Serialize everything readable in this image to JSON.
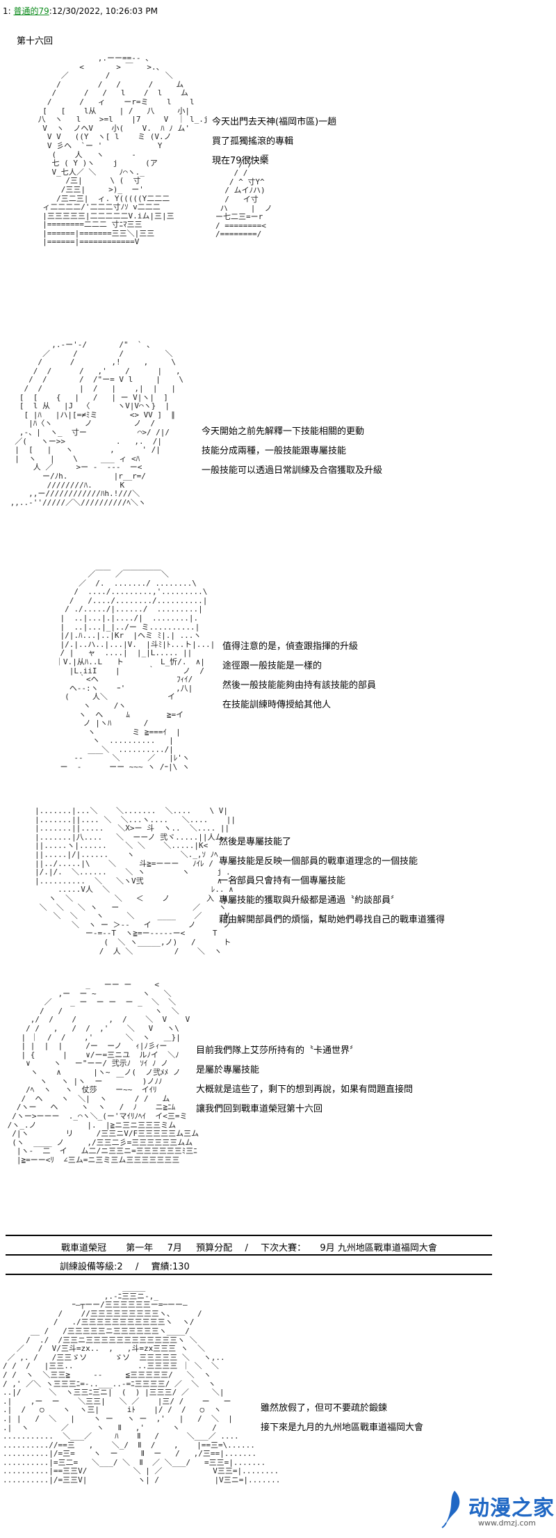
{
  "header": {
    "index": "1",
    "poster": "普通的79",
    "timestamp": "12/30/2022, 10:26:03 PM"
  },
  "chapter_title": "第十六回",
  "panels": [
    {
      "id": "panel-1",
      "lines": [
        "今天出門去天神(福岡市區)一趟",
        "買了孤獨搖滾的專輯",
        "現在79很快樂"
      ]
    },
    {
      "id": "panel-2",
      "lines": [
        "今天開始之前先解釋一下技能相關的更動",
        "技能分成兩種，一般技能跟專屬技能",
        "一般技能可以透過日常訓練及合宿獲取及升級"
      ]
    },
    {
      "id": "panel-3",
      "lines": [
        "值得注意的是，偵查跟指揮的升級",
        "途徑跟一般技能是一樣的",
        "然後一般技能能夠由持有該技能的部員",
        "在技能訓練時傳授給其他人"
      ]
    },
    {
      "id": "panel-4",
      "lines": [
        "然後是專屬技能了",
        "專屬技能是反映一個部員的戰車道理念的一個技能",
        "一名部員只會持有一個專屬技能",
        "專屬技能的獲取與升級都是通過〝約談部員〞",
        "藉由解開部員們的煩惱，幫助她們尋找自己的戰車道獲得"
      ]
    },
    {
      "id": "panel-5",
      "lines": [
        "目前我們隊上艾莎所持有的〝卡通世界〞",
        "是屬於專屬技能",
        "大概就是這些了，剩下的想到再說，如果有問題直接問",
        "讓我們回到戰車道榮冠第十六回"
      ]
    },
    {
      "id": "panel-6",
      "lines": [
        "雖然放假了，但可不要疏於鍛鍊",
        "接下來是九月的九州地區戰車道福岡大會"
      ]
    }
  ],
  "status_bar": {
    "game_name": "戰車道榮冠",
    "year": "第一年",
    "month": "7月",
    "phase": "預算分配",
    "next_label": "下次大賽：",
    "next_event": "9月 九州地區戰車道福岡大會",
    "facility": "訓練設備等級:2",
    "funds": "實績:130",
    "separator": "/"
  },
  "logo": {
    "name": "动漫之家",
    "url": "www.dmzj.com"
  }
}
